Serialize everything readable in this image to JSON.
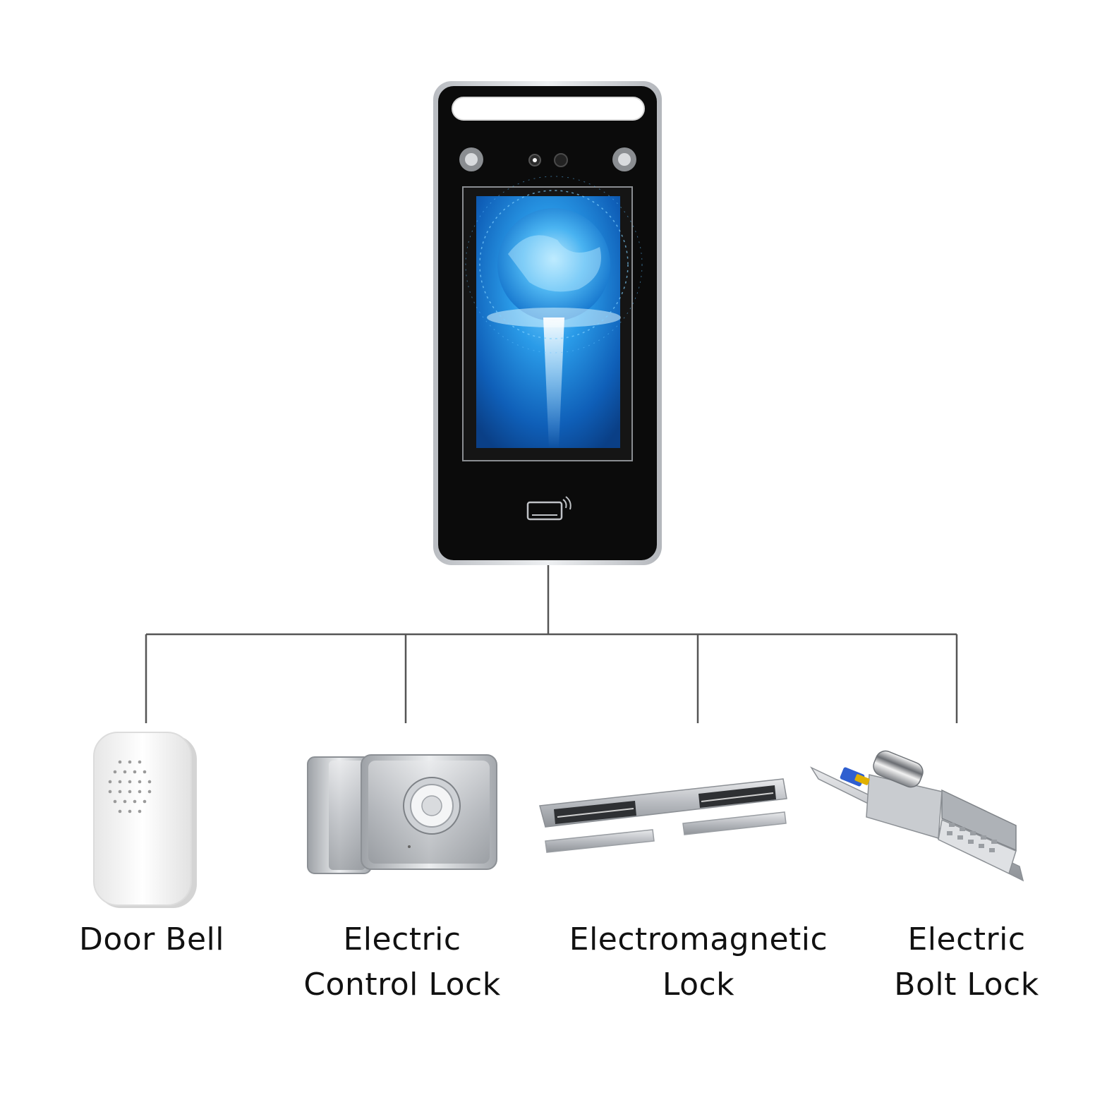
{
  "diagram": {
    "hub": {
      "name": "face-recognition-terminal"
    },
    "devices": [
      {
        "id": "door-bell",
        "label_lines": [
          "Door Bell"
        ]
      },
      {
        "id": "electric-control-lock",
        "label_lines": [
          "Electric",
          "Control Lock"
        ]
      },
      {
        "id": "electromagnetic-lock",
        "label_lines": [
          "Electromagnetic",
          "Lock"
        ]
      },
      {
        "id": "electric-bolt-lock",
        "label_lines": [
          "Electric",
          "Bolt Lock"
        ]
      }
    ]
  },
  "colors": {
    "device_body": "#0b0b0b",
    "device_frame": "#c9ccd0",
    "screen_blue": "#1e8fe6",
    "connector": "#555555",
    "label_text": "#111111"
  },
  "icons": [
    "face-terminal-icon",
    "door-bell-icon",
    "electric-control-lock-icon",
    "electromagnetic-lock-icon",
    "electric-bolt-lock-icon"
  ]
}
